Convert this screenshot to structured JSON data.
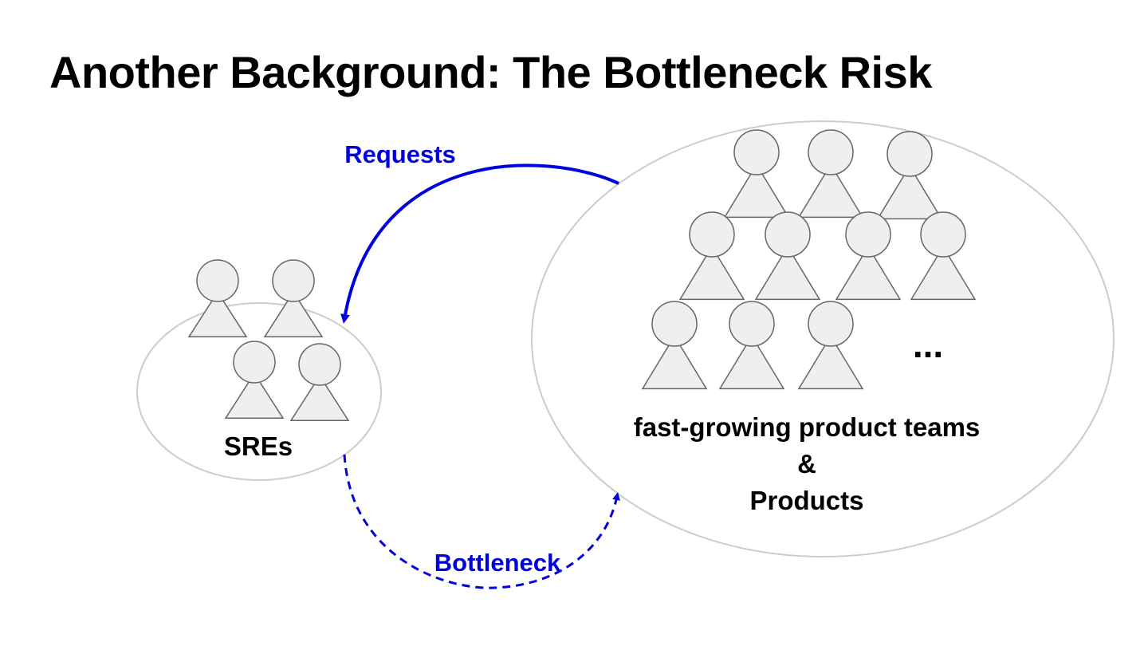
{
  "title": "Another Background: The Bottleneck Risk",
  "labels": {
    "requests": "Requests",
    "bottleneck": "Bottleneck",
    "sres": "SREs",
    "teams_line1": "fast-growing product teams",
    "teams_line2": "&",
    "teams_line3": "Products",
    "ellipsis": "..."
  },
  "colors": {
    "accent": "#0000dd",
    "person_fill": "#efefef",
    "person_stroke": "#666666",
    "group_stroke": "#cccccc",
    "text": "#000000"
  },
  "icons": {
    "person": "person-icon"
  }
}
